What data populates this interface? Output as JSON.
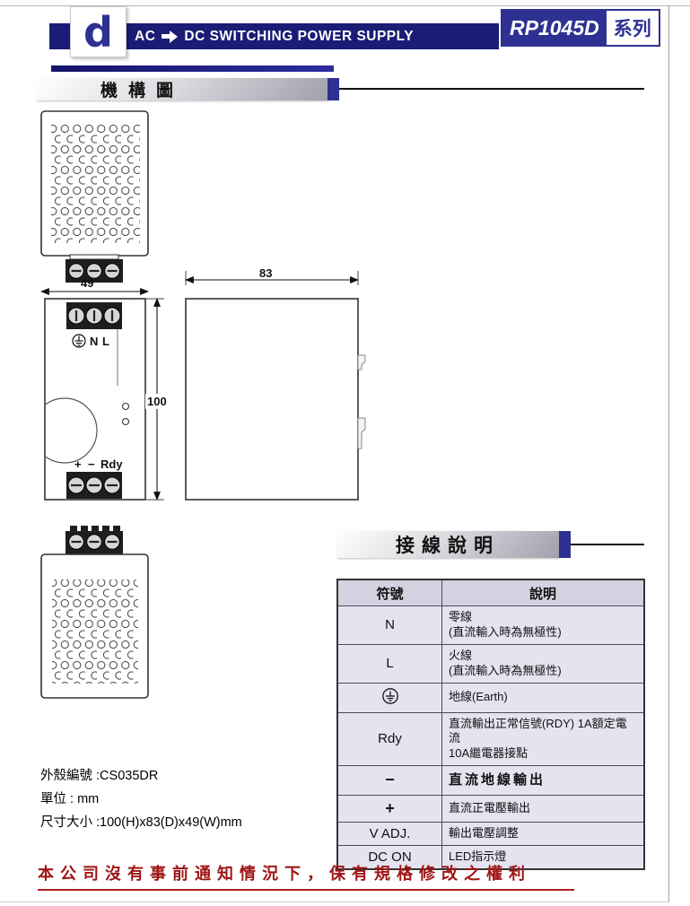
{
  "header": {
    "logo_letter": "d",
    "title_left": "AC",
    "title_right": "DC SWITCHING POWER SUPPLY",
    "model": "RP1045D",
    "series_label": "系列"
  },
  "sections": {
    "mechanism_title": "機構圖",
    "wiring_title": "接線說明"
  },
  "drawing": {
    "dim_width": "49",
    "dim_height": "100",
    "dim_depth": "83",
    "label_n": "N",
    "label_l": "L",
    "label_plus": "+",
    "label_minus": "−",
    "label_rdy": "Rdy"
  },
  "notes": {
    "case_number": "外殼編號 :CS035DR",
    "unit": "單位 : mm",
    "dimensions": "尺寸大小 :100(H)x83(D)x49(W)mm"
  },
  "wiring_table": {
    "col_symbol": "符號",
    "col_description": "說明",
    "rows": [
      {
        "symbol": "N",
        "desc": "零線\n(直流輸入時為無極性)"
      },
      {
        "symbol": "L",
        "desc": "火線\n(直流輸入時為無極性)"
      },
      {
        "symbol": "⏚",
        "icon": "earth-ground",
        "desc": "地線(Earth)"
      },
      {
        "symbol": "Rdy",
        "desc": "直流輸出正常信號(RDY) 1A額定電流\n10A繼電器接點"
      },
      {
        "symbol": "−",
        "desc": "直流地線輸出",
        "emphasis": true
      },
      {
        "symbol": "+",
        "desc": "直流正電壓輸出"
      },
      {
        "symbol": "V ADJ.",
        "desc": "輸出電壓調整"
      },
      {
        "symbol": "DC ON",
        "desc": "LED指示燈"
      }
    ]
  },
  "footer": {
    "disclaimer": "本公司沒有事前通知情況下，保有規格修改之權利"
  }
}
